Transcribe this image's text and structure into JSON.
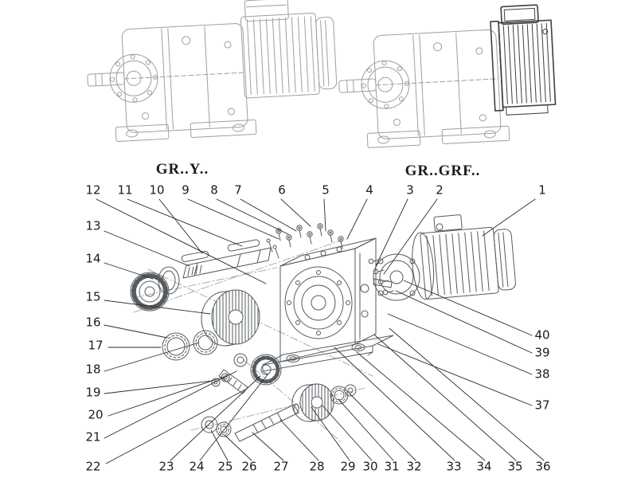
{
  "titles": {
    "left": "GR..Y..",
    "right": "GR..GRF.."
  },
  "callouts": {
    "n1": "1",
    "n2": "2",
    "n3": "3",
    "n4": "4",
    "n5": "5",
    "n6": "6",
    "n7": "7",
    "n8": "8",
    "n9": "9",
    "n10": "10",
    "n11": "11",
    "n12": "12",
    "n13": "13",
    "n14": "14",
    "n15": "15",
    "n16": "16",
    "n17": "17",
    "n18": "18",
    "n19": "19",
    "n20": "20",
    "n21": "21",
    "n22": "22",
    "n23": "23",
    "n24": "24",
    "n25": "25",
    "n26": "26",
    "n27": "27",
    "n28": "28",
    "n29": "29",
    "n30": "30",
    "n31": "31",
    "n32": "32",
    "n33": "33",
    "n34": "34",
    "n35": "35",
    "n36": "36",
    "n37": "37",
    "n38": "38",
    "n39": "39",
    "n40": "40"
  },
  "colors": {
    "c-art": "#9aa0a6",
    "c-dark": "#3f3f3f",
    "c-expl": "#565b5f",
    "c-dashes": "#9a9a9a",
    "c-leader": "#2b2b2b",
    "c-text": "#1c1c1c",
    "c-background": "#ffffff"
  }
}
